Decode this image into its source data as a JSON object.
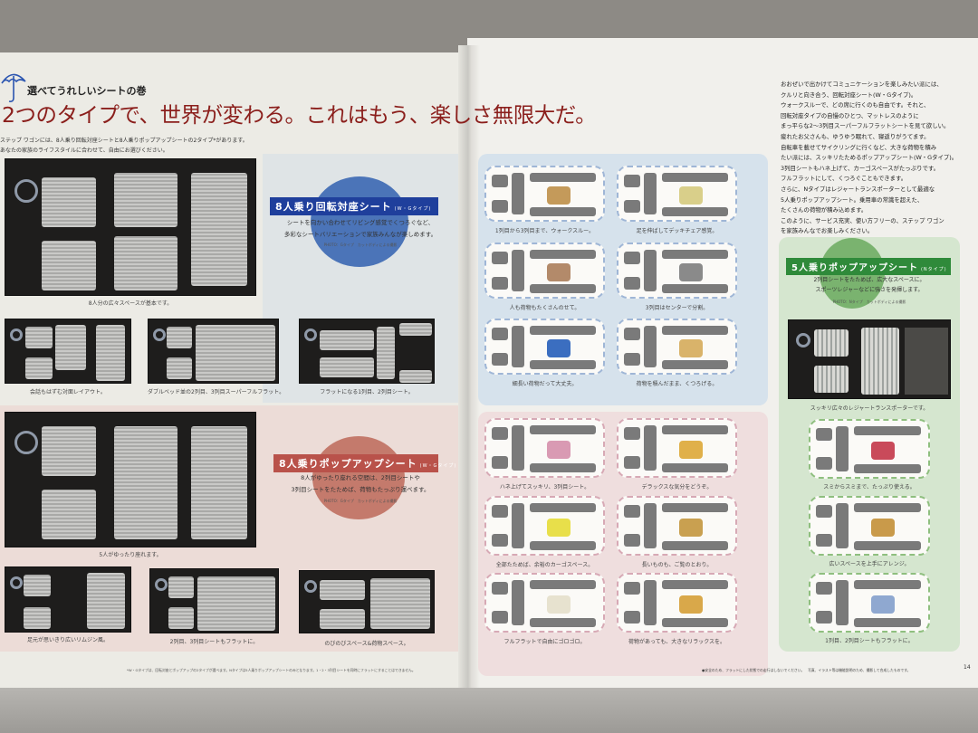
{
  "left_page": {
    "kicker": "選べてうれしいシートの巻",
    "headline": "2つのタイプで、世界が変わる。これはもう、楽しさ無限大だ。",
    "intro": [
      "ステップ ワゴンには、8人乗り回転対座シートと8人乗りポップアップシートの2タイプ*があります。",
      "あなたの家族のライフスタイルに合わせて、自由にお選びください。"
    ],
    "section1": {
      "banner": "8人乗り回転対座シート",
      "banner_note": "(W・Gタイプ)",
      "desc": [
        "シートを向かい合わせてリビング感覚でくつろぐなど、",
        "多彩なシートバリエーションで家族みんなが楽しめます。"
      ],
      "photo_note": "PHOTO：Gタイプ　カットボディによる撮影",
      "main_caption": "8人分の広々スペースが基本です。",
      "captions": [
        "会話もはずむ対面レイアウト。",
        "ダブルベッド並の2列目、3列目スーパーフルフラット。",
        "フラットになる1列目、2列目シート。"
      ]
    },
    "section2": {
      "banner": "8人乗りポップアップシート",
      "banner_note": "(W・Gタイプ)",
      "desc": [
        "8人がゆったり座れる空間は、2列目シートや",
        "3列目シートをたためば、荷物もたっぷり運べます。"
      ],
      "photo_note": "PHOTO：Gタイプ　カットボディによる撮影",
      "main_caption": "5人がゆったり座れます。",
      "captions": [
        "足元が思いきり広いリムジン風。",
        "2列目、3列目シートもフラットに。",
        "のびのびスペース&荷物スペース。"
      ]
    },
    "footnote": "*W・Gタイプは、回転対座とポップアップの2タイプが選べます。Nタイプは5人乗りポップアップシートのみとなります。1・2・3列目シートを同時にフラットにすることはできません。"
  },
  "right_page": {
    "rotating_captions": [
      "1列目から3列目まで、ウォークスルー。",
      "足を伸ばしてデッキチェア感覚。",
      "人も荷物もたくさんのせて。",
      "3列目はセンターで分割。",
      "細長い荷物だって大丈夫。",
      "荷物を積んだまま、くつろげる。"
    ],
    "popup_captions": [
      "ハネ上げてスッキリ、3列目シート。",
      "デラックスな気分をどうぞ。",
      "全部たためば、余裕のカーゴスペース。",
      "長いものも、ご覧のとおり。",
      "フルフラットで自由にゴロゴロ。",
      "荷物があっても、大きなリラックスを。"
    ],
    "body": [
      "おおぜいで出かけてコミュニケーションを楽しみたい派には、",
      "クルリと向き合う、回転対座シート(W・Gタイプ)。",
      "ウォークスルーで、どの席に行くのも自由です。それと、",
      "回転対座タイプの自慢のひとつ、マットレスのように",
      "まっ平らな2〜3列目スーパーフルフラットシートを見て欲しい。",
      "疲れたお父さんも、ゆうゆう眠れて、寝返りがうてます。",
      "自転車を載せてサイクリングに行くなど、大きな荷物を積み",
      "たい派には、スッキリたためるポップアップシート(W・Gタイプ)。",
      "3列目シートもハネ上げて、カーゴスペースがたっぷりです。",
      "フルフラットにして、くつろぐこともできます。",
      "さらに、Nタイプはレジャートランスポーターとして最適な",
      "5人乗りポップアップシート。乗用車の常識を超えた、",
      "たくさんの荷物が積み込めます。",
      "このように、サービス充実、使い方フリーの、ステップ ワゴン",
      "を家族みんなでお楽しみください。"
    ],
    "section3": {
      "banner": "5人乗りポップアップシート",
      "banner_note": "(Nタイプ)",
      "desc": [
        "2列目シートをたためば、広大なスペースに。",
        "スポーツレジャーなどに強さを発揮します。"
      ],
      "photo_note": "PHOTO：Nタイプ　カットボディによる撮影",
      "main_caption": "スッキリ広々のレジャートランスポーターです。",
      "captions": [
        "スミからスミまで、たっぷり使える。",
        "広いスペースを上手にアレンジ。",
        "1列目、2列目シートもフラットに。"
      ]
    },
    "footnote": "●安全のため、フラットにした状態での走行はしないでください。　写真、イラスト等は機能説明のため、撮影して合成したものです。",
    "page_number": "14"
  },
  "colors": {
    "headline": "#8b1f1c",
    "blue_banner": "#1f3f9c",
    "blue_circle": "#4b74b8",
    "red_banner": "#b9524a",
    "red_circle": "#c47a6c",
    "green_banner": "#2f8a3a",
    "green_circle": "#7ab36f"
  },
  "icons": {
    "kicker_icon": "umbrella-icon"
  }
}
